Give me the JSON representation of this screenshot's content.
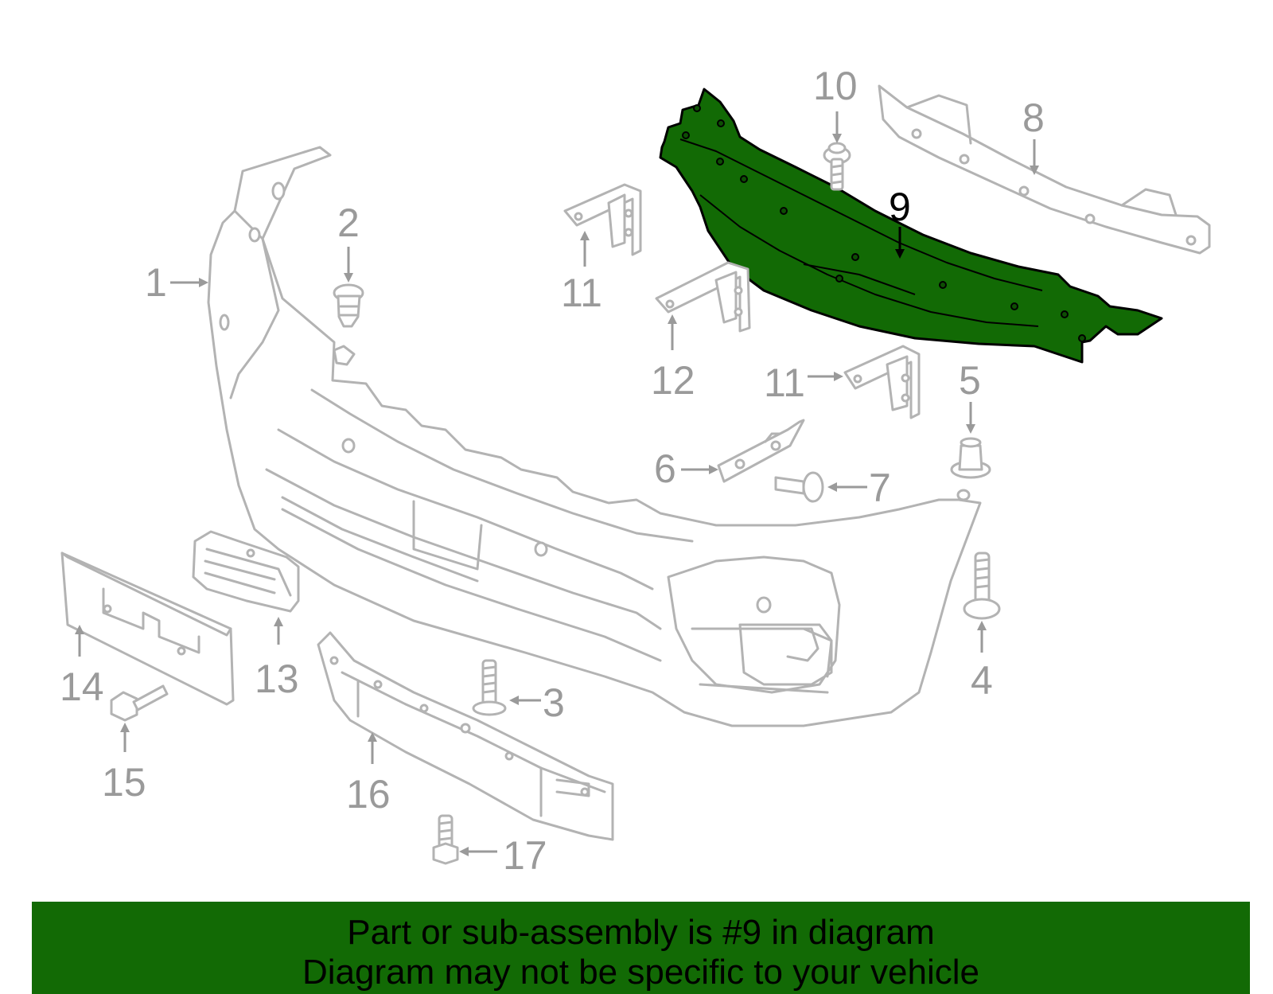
{
  "diagram": {
    "highlighted_part": "9",
    "highlight_color": "#126a05",
    "part_color": "#b3b3b3",
    "callouts": [
      "1",
      "2",
      "3",
      "4",
      "5",
      "6",
      "7",
      "8",
      "9",
      "10",
      "11",
      "11",
      "12",
      "13",
      "14",
      "15",
      "16",
      "17"
    ]
  },
  "banner": {
    "line1": "Part or sub-assembly is #9 in diagram",
    "line2": "Diagram may not be specific to your vehicle"
  }
}
